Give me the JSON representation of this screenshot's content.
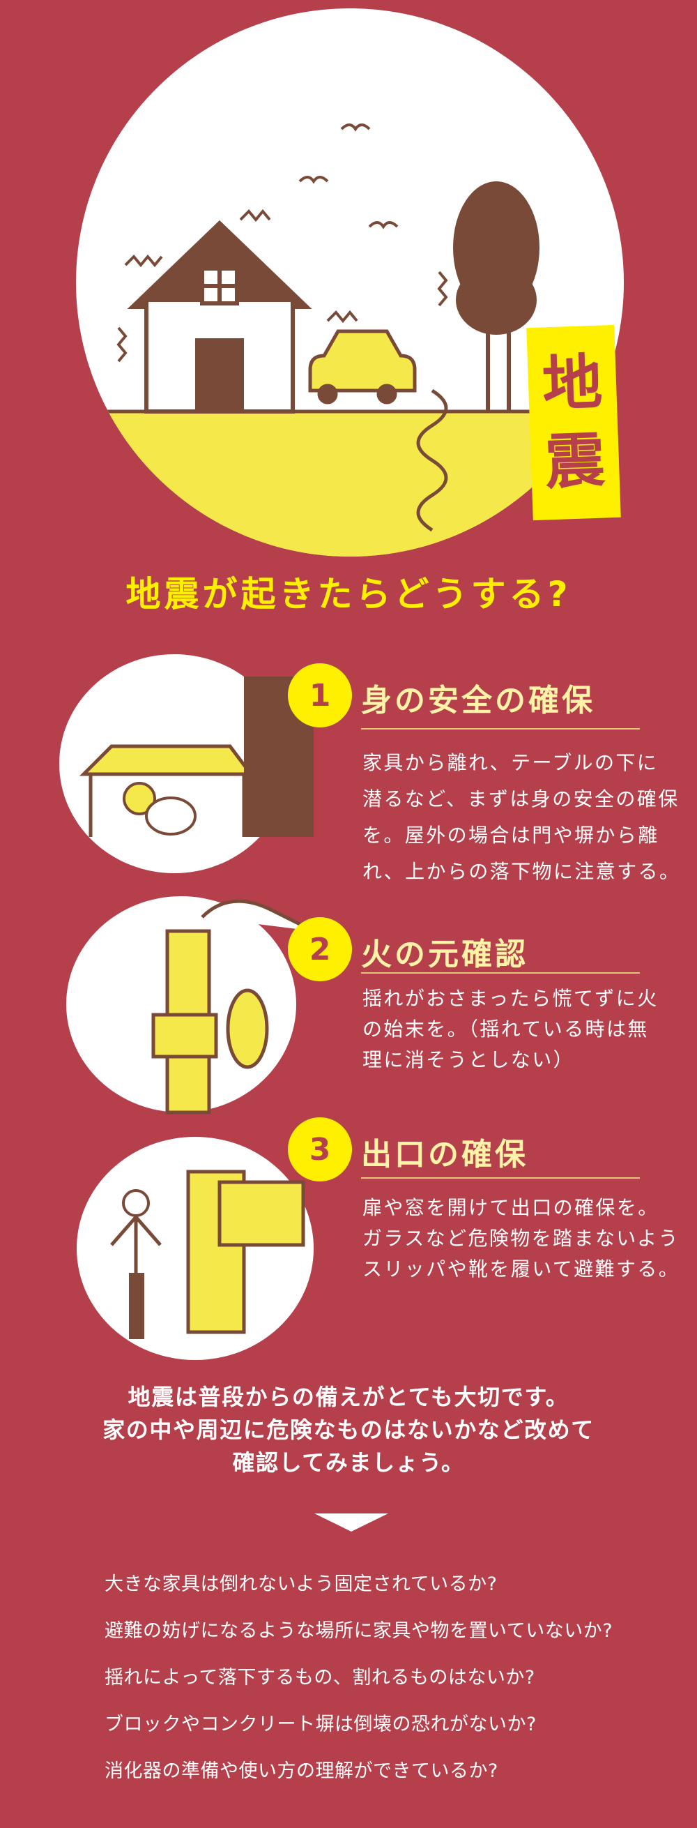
{
  "colors": {
    "background": "#b5404b",
    "yellow": "#fff000",
    "cream": "#fff3a8",
    "brown": "#7a4a38",
    "white": "#ffffff"
  },
  "hero": {
    "label_chars": [
      "地",
      "震"
    ],
    "heading": "地震が起きたらどうする?"
  },
  "sections": [
    {
      "number": "1",
      "title": "身の安全の確保",
      "lines": [
        "家具から離れ、テーブルの下に",
        "潜るなど、まずは身の安全の確保",
        "を。屋外の場合は門や塀から離",
        "れ、上からの落下物に注意する。"
      ]
    },
    {
      "number": "2",
      "title": "火の元確認",
      "lines": [
        "揺れがおさまったら慌てずに火",
        "の始末を。（揺れている時は無",
        "理に消そうとしない）"
      ]
    },
    {
      "number": "3",
      "title": "出口の確保",
      "lines": [
        "扉や窓を開けて出口の確保を。",
        "ガラスなど危険物を踏まないよう",
        "スリッパや靴を履いて避難する。"
      ]
    }
  ],
  "summary": [
    "地震は普段からの備えがとても大切です。",
    "家の中や周辺に危険なものはないかなど改めて",
    "確認してみましょう。"
  ],
  "checklist": [
    "大きな家具は倒れないよう固定されているか?",
    "避難の妨げになるような場所に家具や物を置いていないか?",
    "揺れによって落下するもの、割れるものはないか?",
    "ブロックやコンクリート塀は倒壊の恐れがないか?",
    "消化器の準備や使い方の理解ができているか?"
  ]
}
